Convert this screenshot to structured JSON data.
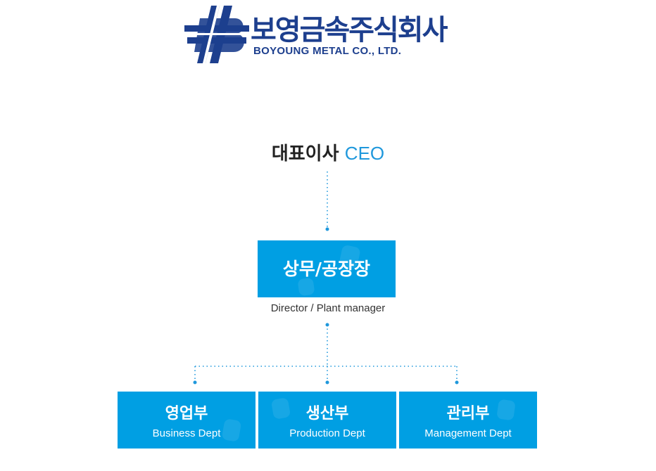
{
  "logo": {
    "title_ko": "보영금속주식회사",
    "title_en": "BOYOUNG METAL CO., LTD.",
    "brand_color": "#1d3f8e"
  },
  "colors": {
    "accent": "#009fe3",
    "ceo_en": "#1f98dc",
    "connector": "#1f98dc"
  },
  "ceo": {
    "ko": "대표이사",
    "en": "CEO"
  },
  "director": {
    "ko": "상무/공장장",
    "en": "Director / Plant manager"
  },
  "departments": [
    {
      "ko": "영업부",
      "en": "Business Dept"
    },
    {
      "ko": "생산부",
      "en": "Production Dept"
    },
    {
      "ko": "관리부",
      "en": "Management Dept"
    }
  ]
}
